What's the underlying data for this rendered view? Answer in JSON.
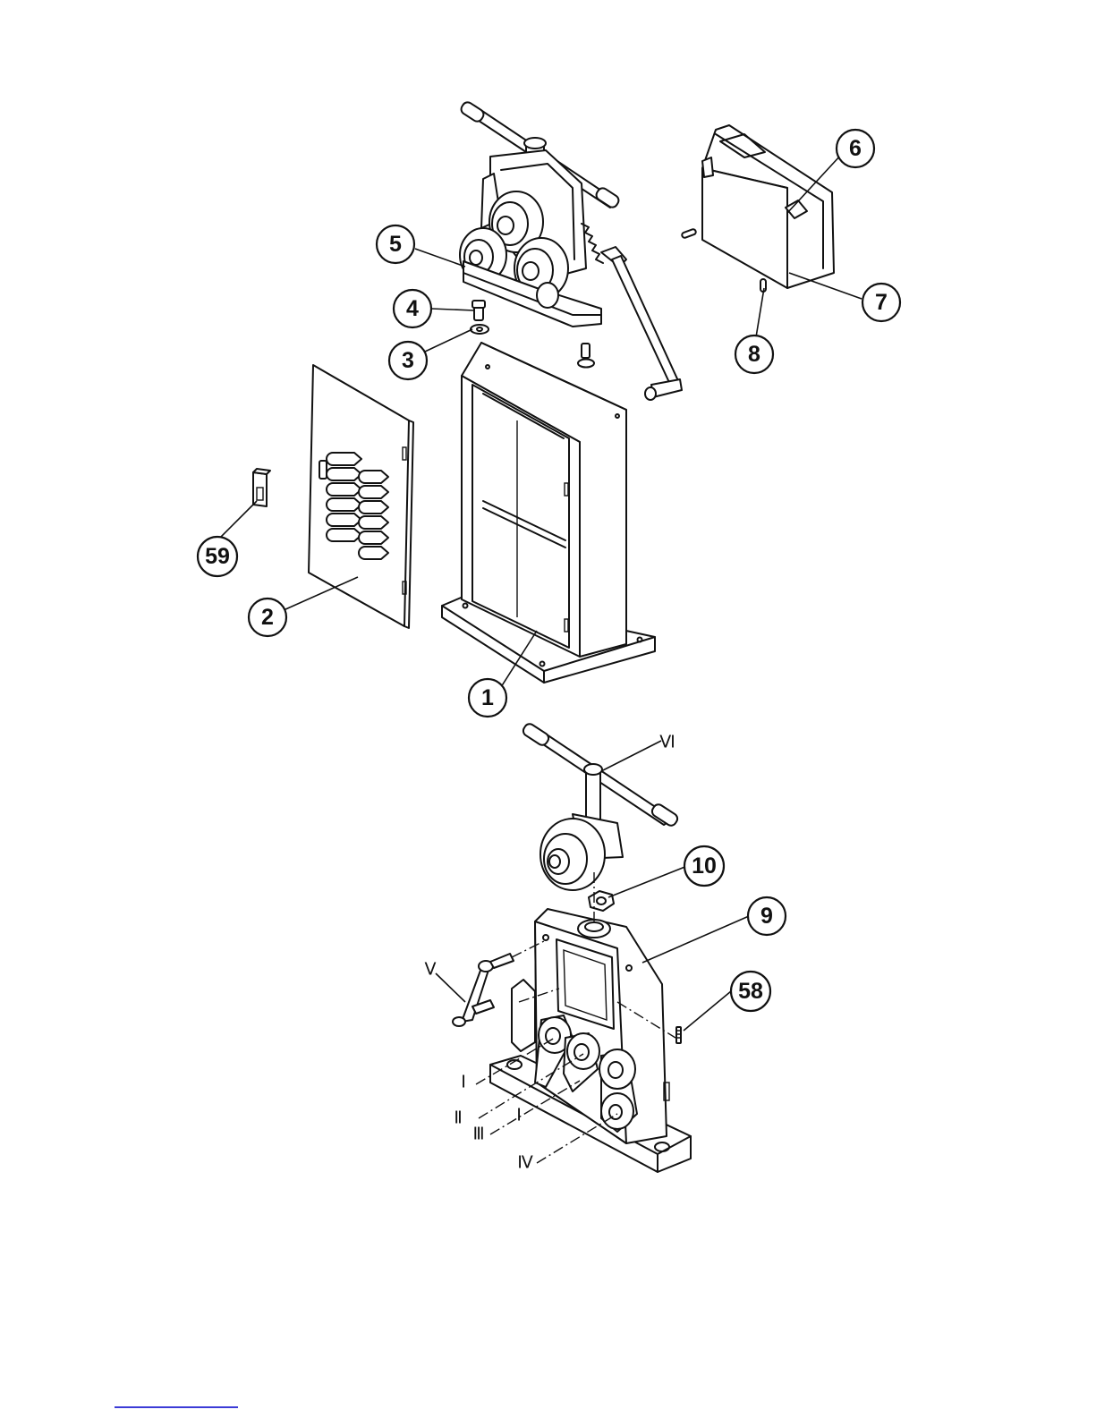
{
  "callouts": {
    "c1": "1",
    "c2": "2",
    "c3": "3",
    "c4": "4",
    "c5": "5",
    "c6": "6",
    "c7": "7",
    "c8": "8",
    "c9": "9",
    "c10": "10",
    "c58": "58",
    "c59": "59"
  },
  "roman_labels": {
    "r_vi": "Ⅵ",
    "r_v": "Ⅴ",
    "r_i_1": "Ⅰ",
    "r_ii": "Ⅱ",
    "r_i_2": "Ⅰ",
    "r_iii": "Ⅲ",
    "r_iv": "Ⅳ"
  },
  "colors": {
    "line": "#111111",
    "footer_rule": "#3b3bd6"
  }
}
